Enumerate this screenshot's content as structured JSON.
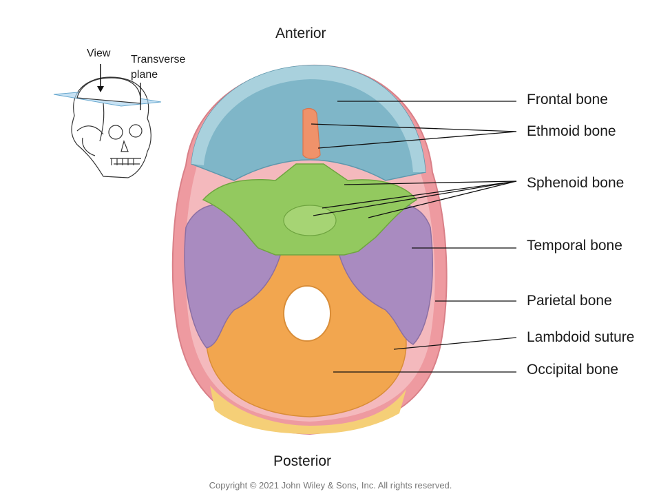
{
  "orientation": {
    "anterior": "Anterior",
    "posterior": "Posterior"
  },
  "inset": {
    "view": "View",
    "plane_line1": "Transverse",
    "plane_line2": "plane"
  },
  "labels": {
    "frontal": "Frontal bone",
    "ethmoid": "Ethmoid bone",
    "sphenoid": "Sphenoid bone",
    "temporal": "Temporal bone",
    "parietal": "Parietal bone",
    "lambdoid": "Lambdoid suture",
    "occipital": "Occipital bone"
  },
  "copyright": "Copyright © 2021 John Wiley & Sons, Inc. All rights reserved.",
  "colors": {
    "frontal": "#7fb6c8",
    "ethmoid": "#f0926a",
    "sphenoid": "#93c95f",
    "temporal": "#a98bc0",
    "parietal": "#ee9aa0",
    "occipital": "#f2a64f",
    "occipital_rim": "#f5cf77"
  }
}
